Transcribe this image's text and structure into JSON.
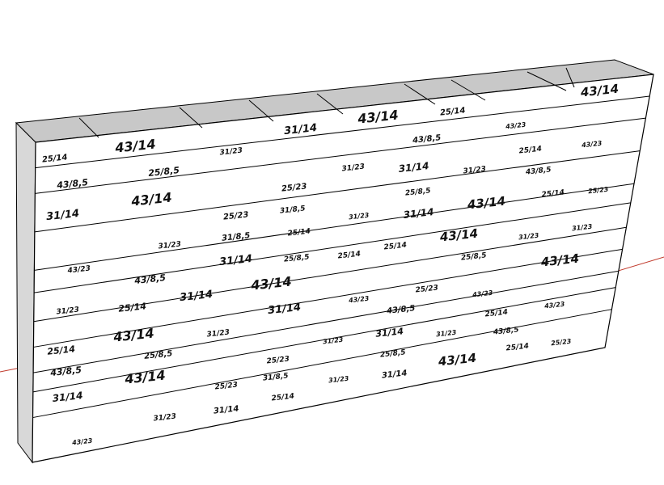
{
  "scene": {
    "axis_color": "#c0392b",
    "face_color": "#ffffff",
    "top_color": "#c8c8c8",
    "side_color": "#d8d8d8",
    "edge_color": "#000000"
  },
  "block_labels": [
    "25/14",
    "43/14",
    "31/23",
    "31/14",
    "43/14",
    "25/14",
    "43/23",
    "43/14",
    "43/8,5",
    "25/8,5",
    "43/8,5",
    "31/23",
    "31/14",
    "31/23",
    "25/14",
    "43/23",
    "25/23",
    "25/8,5",
    "43/8,5",
    "31/14",
    "43/14",
    "31/8,5",
    "25/23",
    "31/23",
    "31/14",
    "43/14",
    "25/14",
    "25/23",
    "25/14",
    "31/8,5",
    "31/23",
    "31/23",
    "31/23",
    "43/14",
    "25/14",
    "25/14",
    "25/8,5",
    "31/14",
    "25/8,5",
    "43/14",
    "43/23",
    "43/8,5",
    "43/14",
    "31/14",
    "25/23",
    "43/23",
    "25/14",
    "31/23",
    "31/14",
    "43/23",
    "43/8,5",
    "25/14",
    "43/23",
    "43/14",
    "31/23",
    "25/14",
    "31/23",
    "31/14",
    "31/23",
    "43/8,5",
    "25/8,5",
    "25/23",
    "25/8,5",
    "25/14",
    "25/23",
    "43/8,5",
    "43/14",
    "43/14",
    "31/8,5",
    "31/23",
    "31/14",
    "25/23",
    "31/14",
    "25/14",
    "31/14",
    "31/23",
    "43/23"
  ]
}
